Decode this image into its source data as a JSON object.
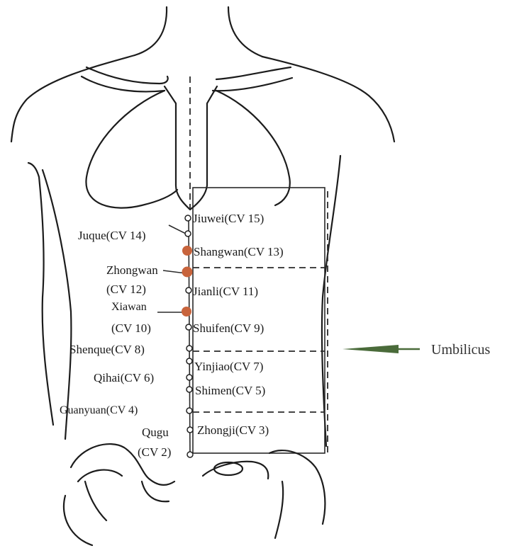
{
  "colors": {
    "ink": "#1c1c1c",
    "highlight_point": "#c8643c",
    "arrow": "#4a6b3a",
    "annotation_text": "#333333"
  },
  "acupoints": {
    "jiuwei": "Jiuwei(CV 15)",
    "juque": "Juque(CV 14)",
    "shangwan": "Shangwan(CV 13)",
    "zhongwan_name": "Zhongwan",
    "zhongwan_code": "(CV 12)",
    "jianli": "Jianli(CV 11)",
    "xiawan_name": "Xiawan",
    "xiawan_code": "(CV 10)",
    "shuifen": "Shuifen(CV 9)",
    "shenque": "Shenque(CV 8)",
    "yinjiao": "Yinjiao(CV 7)",
    "qihai": "Qihai(CV 6)",
    "shimen": "Shimen(CV 5)",
    "guanyuan": "Guanyuan(CV 4)",
    "zhongji": "Zhongji(CV 3)",
    "qugu_name": "Qugu",
    "qugu_code": "(CV 2)"
  },
  "highlighted_points": [
    "Shangwan(CV 13)",
    "Zhongwan (CV 12)",
    "Xiawan (CV 10)"
  ],
  "annotation": {
    "umbilicus": "Umbilicus"
  }
}
